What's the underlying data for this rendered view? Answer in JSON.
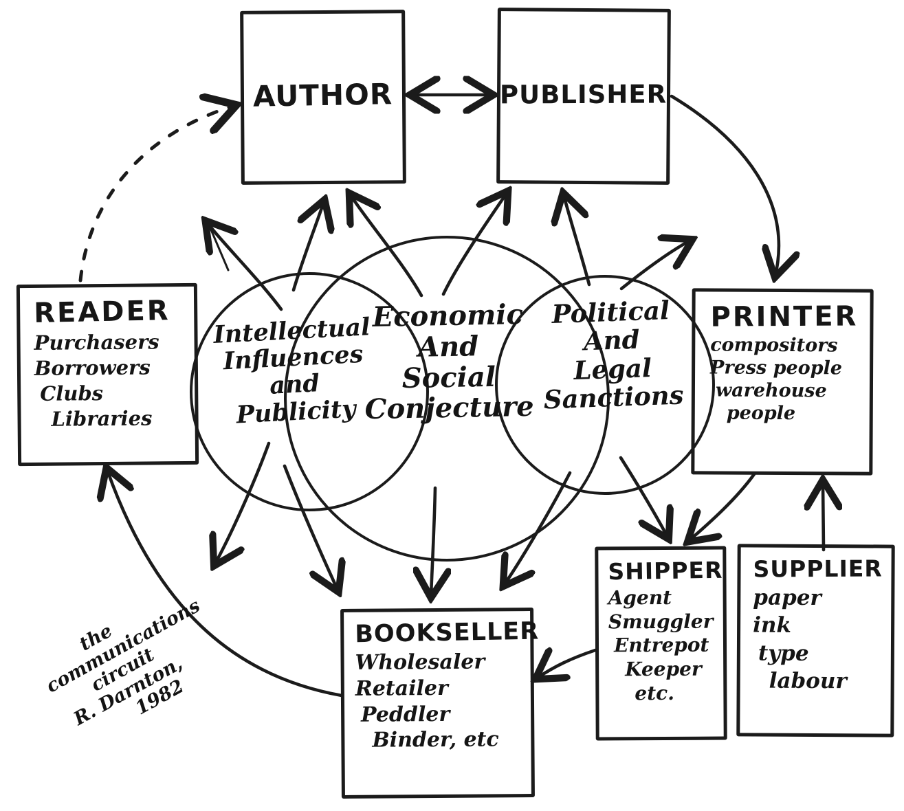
{
  "diagram": {
    "kind": "hand-drawn communications circuit diagram",
    "colors": {
      "ink": "#1b1b1b",
      "paper": "#ffffff"
    },
    "nodes": {
      "author": {
        "title": "AUTHOR",
        "items": []
      },
      "publisher": {
        "title": "PUBLISHER",
        "items": []
      },
      "printer": {
        "title": "PRINTER",
        "items": [
          "compositors",
          "Press people",
          "warehouse",
          "people"
        ]
      },
      "shipper": {
        "title": "SHIPPER",
        "items": [
          "Agent",
          "Smuggler",
          "Entrepot",
          "Keeper",
          "etc."
        ]
      },
      "supplier": {
        "title": "SUPPLIER",
        "items": [
          "paper",
          "ink",
          "type",
          "labour"
        ]
      },
      "bookseller": {
        "title": "BOOKSELLER",
        "items": [
          "Wholesaler",
          "Retailer",
          "Peddler",
          "Binder, etc"
        ]
      },
      "reader": {
        "title": "READER",
        "items": [
          "Purchasers",
          "Borrowers",
          "Clubs",
          "Libraries"
        ]
      }
    },
    "cloud": {
      "intellectual": {
        "lines": [
          "Intellectual",
          "Influences",
          "and",
          "Publicity"
        ]
      },
      "economic": {
        "lines": [
          "Economic",
          "And",
          "Social",
          "Conjecture"
        ]
      },
      "political": {
        "lines": [
          "Political",
          "And",
          "Legal",
          "Sanctions"
        ]
      }
    },
    "signature": {
      "lines": [
        "the",
        "communications",
        "circuit",
        "R. Darnton,",
        "1982"
      ]
    }
  }
}
